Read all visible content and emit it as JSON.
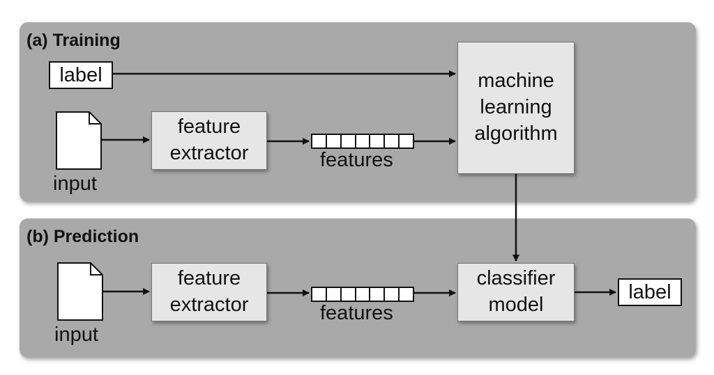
{
  "training": {
    "title": "(a) Training",
    "label": "label",
    "input": "input",
    "feature_extractor": "feature extractor",
    "features": "features",
    "ml_algorithm": "machine learning algorithm"
  },
  "prediction": {
    "title": "(b) Prediction",
    "input": "input",
    "feature_extractor": "feature extractor",
    "features": "features",
    "classifier": "classifier model",
    "label": "label"
  }
}
